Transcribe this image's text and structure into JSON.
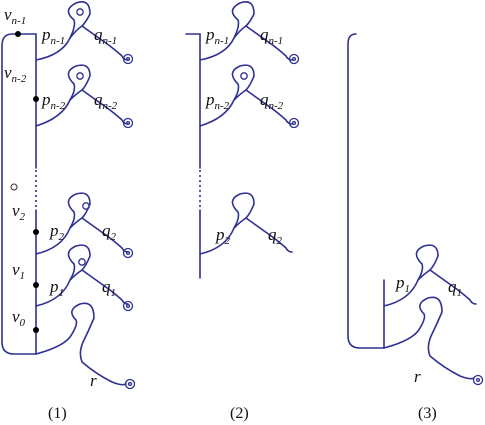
{
  "figure": {
    "panels": [
      {
        "caption": "(1)",
        "vertices": [
          {
            "base": "v",
            "sub": "n-1"
          },
          {
            "base": "v",
            "sub": "n-2"
          },
          {
            "base": "v",
            "sub": "2"
          },
          {
            "base": "v",
            "sub": "1"
          },
          {
            "base": "v",
            "sub": "0"
          }
        ],
        "loops": [
          {
            "p": {
              "base": "p",
              "sub": "n-1"
            },
            "q": {
              "base": "q",
              "sub": "n-1"
            }
          },
          {
            "p": {
              "base": "p",
              "sub": "n-2"
            },
            "q": {
              "base": "q",
              "sub": "n-2"
            }
          },
          {
            "p": {
              "base": "p",
              "sub": "2"
            },
            "q": {
              "base": "q",
              "sub": "2"
            }
          },
          {
            "p": {
              "base": "p",
              "sub": "1"
            },
            "q": {
              "base": "q",
              "sub": "1"
            }
          }
        ],
        "root_label": "r"
      },
      {
        "caption": "(2)",
        "loops": [
          {
            "p": {
              "base": "p",
              "sub": "n-1"
            },
            "q": {
              "base": "q",
              "sub": "n-1"
            }
          },
          {
            "p": {
              "base": "p",
              "sub": "n-2"
            },
            "q": {
              "base": "q",
              "sub": "n-2"
            }
          },
          {
            "p": {
              "base": "p",
              "sub": "2"
            },
            "q": {
              "base": "q",
              "sub": "2"
            }
          }
        ]
      },
      {
        "caption": "(3)",
        "loops": [
          {
            "p": {
              "base": "p",
              "sub": "1"
            },
            "q": {
              "base": "q",
              "sub": "1"
            }
          }
        ],
        "root_label": "r"
      }
    ]
  },
  "colors": {
    "curve": "#2e3192",
    "node": "#000000"
  }
}
